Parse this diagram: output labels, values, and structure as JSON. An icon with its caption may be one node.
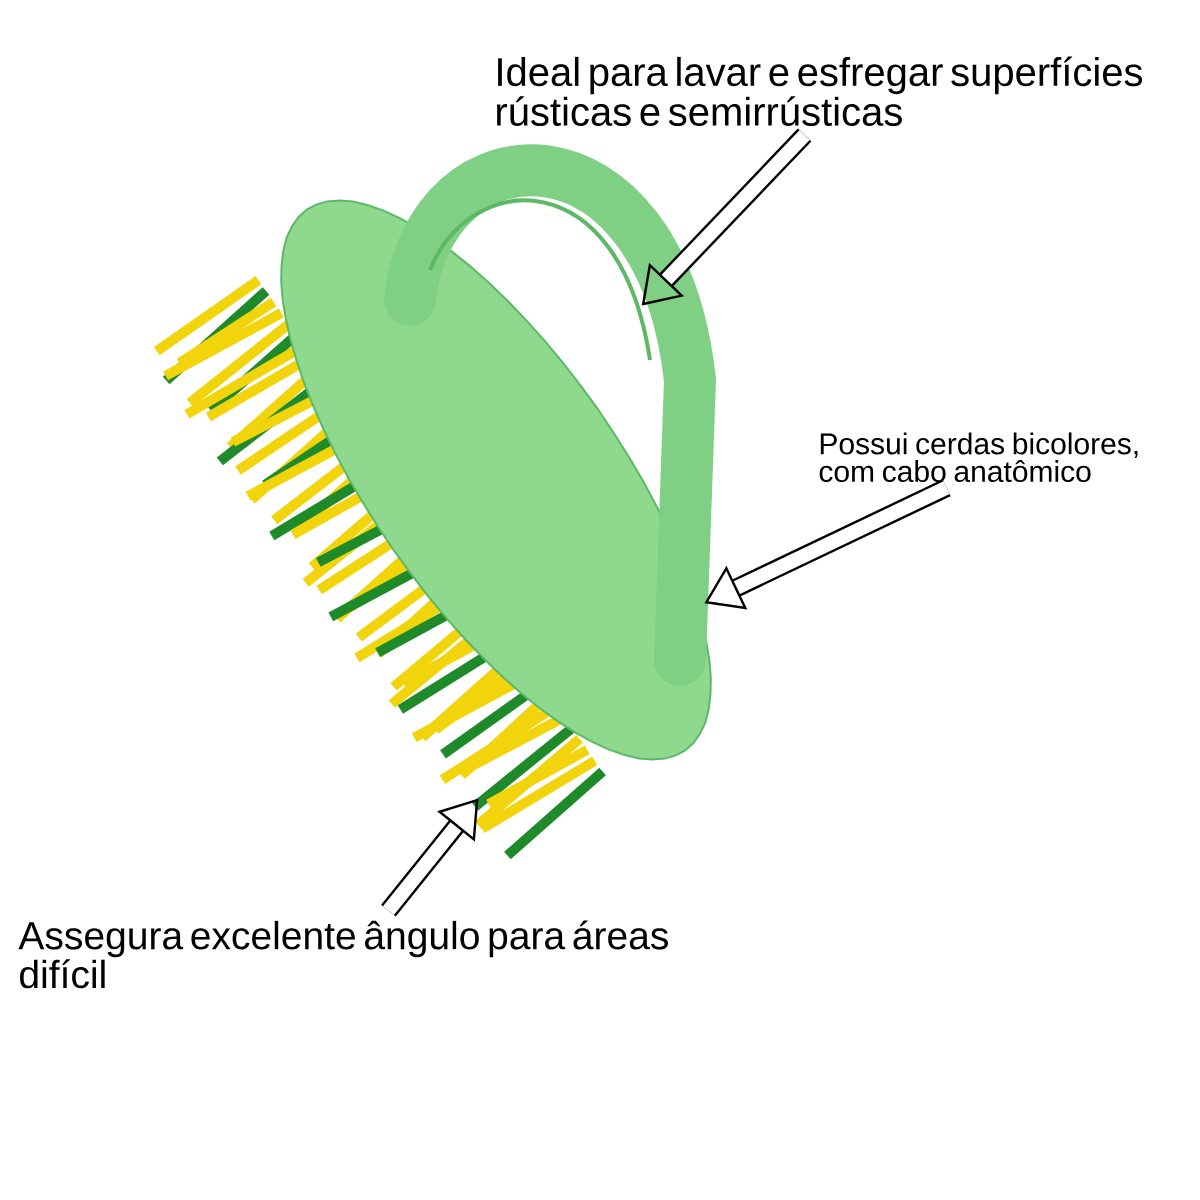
{
  "diagram": {
    "nodes": [
      {
        "text": [
          "Ideal para lavar e esfregar superfícies rústicas e semirrústicas"
        ]
      },
      {
        "text": [
          "Possui cerdas bicolores, com cabo anatômico"
        ]
      },
      {
        "text": [
          "Assegura excelente ângulo para áreas difícil"
        ]
      },
      {
        "text": [],
        "shape": "picture"
      },
      {
        "text": [],
        "shape": "picture"
      },
      {
        "text": [],
        "shape": "picture"
      }
    ],
    "edges": [
      {
        "from": 0,
        "to": 3,
        "arrow": "to"
      },
      {
        "from": 1,
        "to": 4,
        "arrow": "to"
      },
      {
        "from": 2,
        "to": 5,
        "arrow": "to"
      }
    ]
  }
}
